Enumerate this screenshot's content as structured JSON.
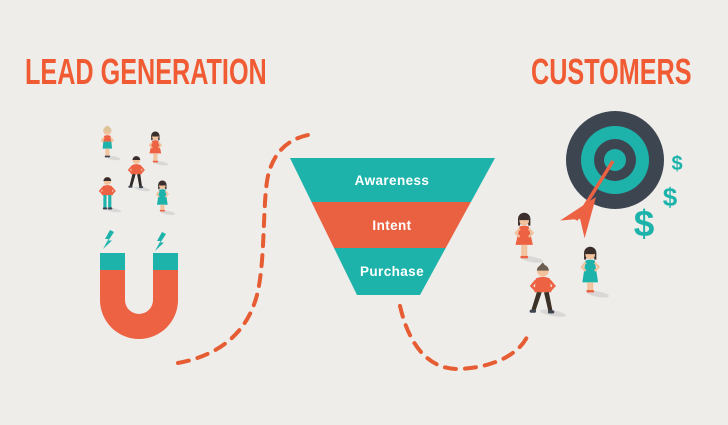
{
  "page": {
    "background_color": "#efedea"
  },
  "header": {
    "left_title": "LEAD GENERATION",
    "right_title": "CUSTOMERS",
    "title_color": "#f15b33"
  },
  "funnel": {
    "stages": [
      {
        "label": "Awareness",
        "color": "#1db3ab"
      },
      {
        "label": "Intent",
        "color": "#ea6142"
      },
      {
        "label": "Purchase",
        "color": "#1db3ab"
      }
    ],
    "label_color": "#ffffff"
  },
  "money": {
    "symbols": [
      "$",
      "$",
      "$"
    ],
    "color": "#1db3ab"
  },
  "icons": {
    "magnet": "horseshoe-magnet-icon",
    "lightning_bolts": "lightning-bolt-icon",
    "target": "bullseye-target-icon",
    "dart": "dart-arrow-icon",
    "flow_path": "dashed-flow-path"
  },
  "colors": {
    "orange": "#ed6242",
    "dash_orange": "#e65c33",
    "teal": "#1db3ab",
    "dark_navy": "#3d4551",
    "skin": "#f2c29c"
  }
}
